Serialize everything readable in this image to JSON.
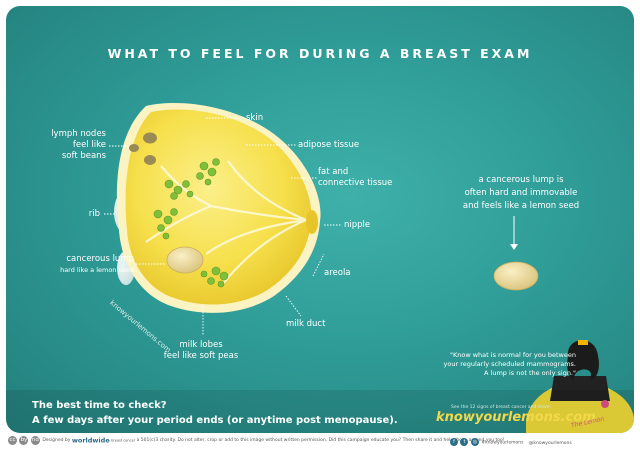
{
  "title": "WHAT TO FEEL FOR DURING A BREAST EXAM",
  "labels": {
    "skin": "skin",
    "lymph_nodes": [
      "lymph nodes",
      "feel like",
      "soft beans"
    ],
    "adipose": "adipose tissue",
    "connective": [
      "fat and",
      "connective tissue"
    ],
    "rib": "rib",
    "nipple": "nipple",
    "cancerous_lump": "cancerous lump",
    "cancerous_lump_sub": "hard like a lemon seed",
    "areola": "areola",
    "milk_duct": "milk duct",
    "milk_lobes": [
      "milk lobes",
      "feel like soft peas"
    ]
  },
  "watermark": "knowyourlemons.com",
  "cancer_note": [
    "a cancerous lump is",
    "often hard and immovable",
    "and feels like a lemon seed"
  ],
  "scheduled_note": [
    "\"Know what is normal for you between",
    "your regularly scheduled mammograms.",
    "A lump is not the only sign.\""
  ],
  "signs_link": "See the 12 signs of breast cancer and more:",
  "site_url": "knowyourlemons.com",
  "signature": "The Lemon",
  "best_time": "The best time to check?",
  "after_period": "A few days after your period ends (or anytime post menopause).",
  "footer": {
    "designed_by": "Designed by",
    "brand": "worldwide",
    "brand_sub": "breast cancer",
    "text": "a 501(c)3 charity. Do not alter, crop or add to this image without written permission. Did this campaign educate you? Then share it and help those around you too!",
    "handle1": "#knowyourlemons",
    "handle2": "@knowyourlemons",
    "icon_labels": [
      "cc",
      "by",
      "nd"
    ]
  },
  "colors": {
    "background": "#2f9c97",
    "lemon": "#f6e04c",
    "lemon_pulp": "#f3d83a",
    "rind": "#fbf3c2",
    "pea": "#7fbf3a",
    "seed": "#e9d79a",
    "url_yellow": "#f3d94a"
  },
  "icons": [
    "creative-commons-icon",
    "facebook-icon",
    "twitter-icon",
    "instagram-icon"
  ]
}
